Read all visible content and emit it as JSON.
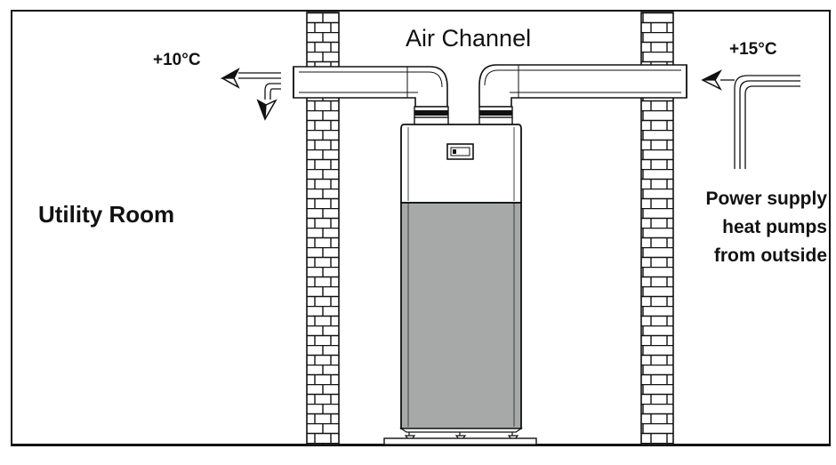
{
  "labels": {
    "air_channel": "Air Channel",
    "utility_room": "Utility Room",
    "temp_left": "+10°C",
    "temp_right": "+15°C",
    "note_lines": [
      "Power supply",
      "heat pumps",
      "from outside"
    ]
  },
  "colors": {
    "line": "#111111",
    "tank_body": "#a7a9a8",
    "background": "#ffffff"
  },
  "icons": [
    "brick-wall",
    "air-duct",
    "flow-arrow",
    "heat-pump-unit",
    "control-panel"
  ]
}
